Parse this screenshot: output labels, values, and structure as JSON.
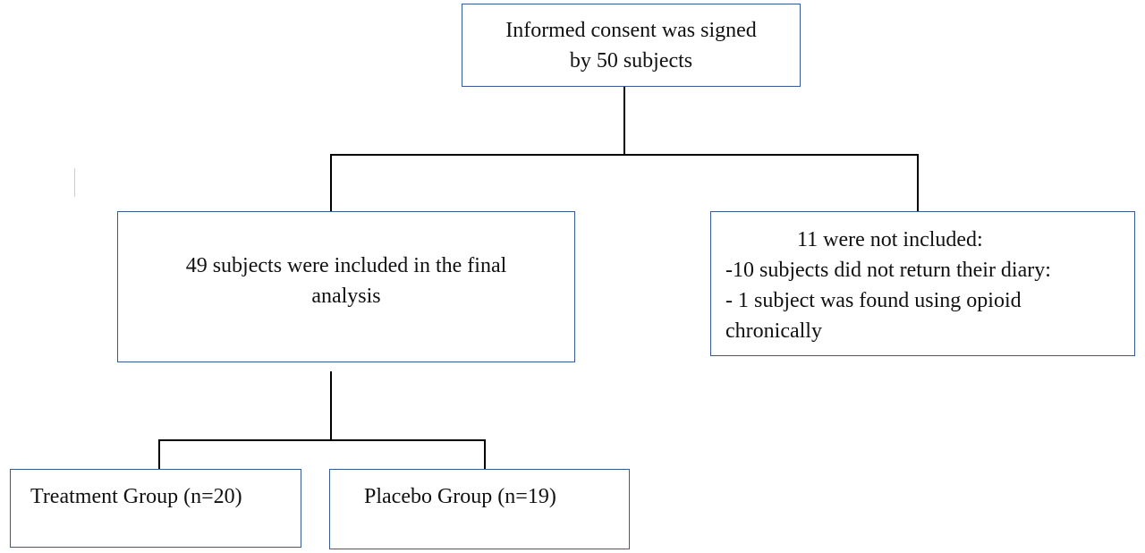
{
  "flowchart": {
    "consent": {
      "line1": "Informed consent was signed",
      "line2": "by 50 subjects"
    },
    "included": {
      "line1": "49 subjects were included in the final",
      "line2": "analysis"
    },
    "excluded": {
      "title": "11 were not included:",
      "item1": "-10 subjects did not return their diary:",
      "item2": "- 1 subject was found using opioid",
      "item2_cont": "chronically"
    },
    "treatment": "Treatment Group (n=20)",
    "placebo": "Placebo Group (n=19)"
  },
  "colors": {
    "box_border": "#3a5a96",
    "connector": "#000000",
    "text": "#111111"
  }
}
